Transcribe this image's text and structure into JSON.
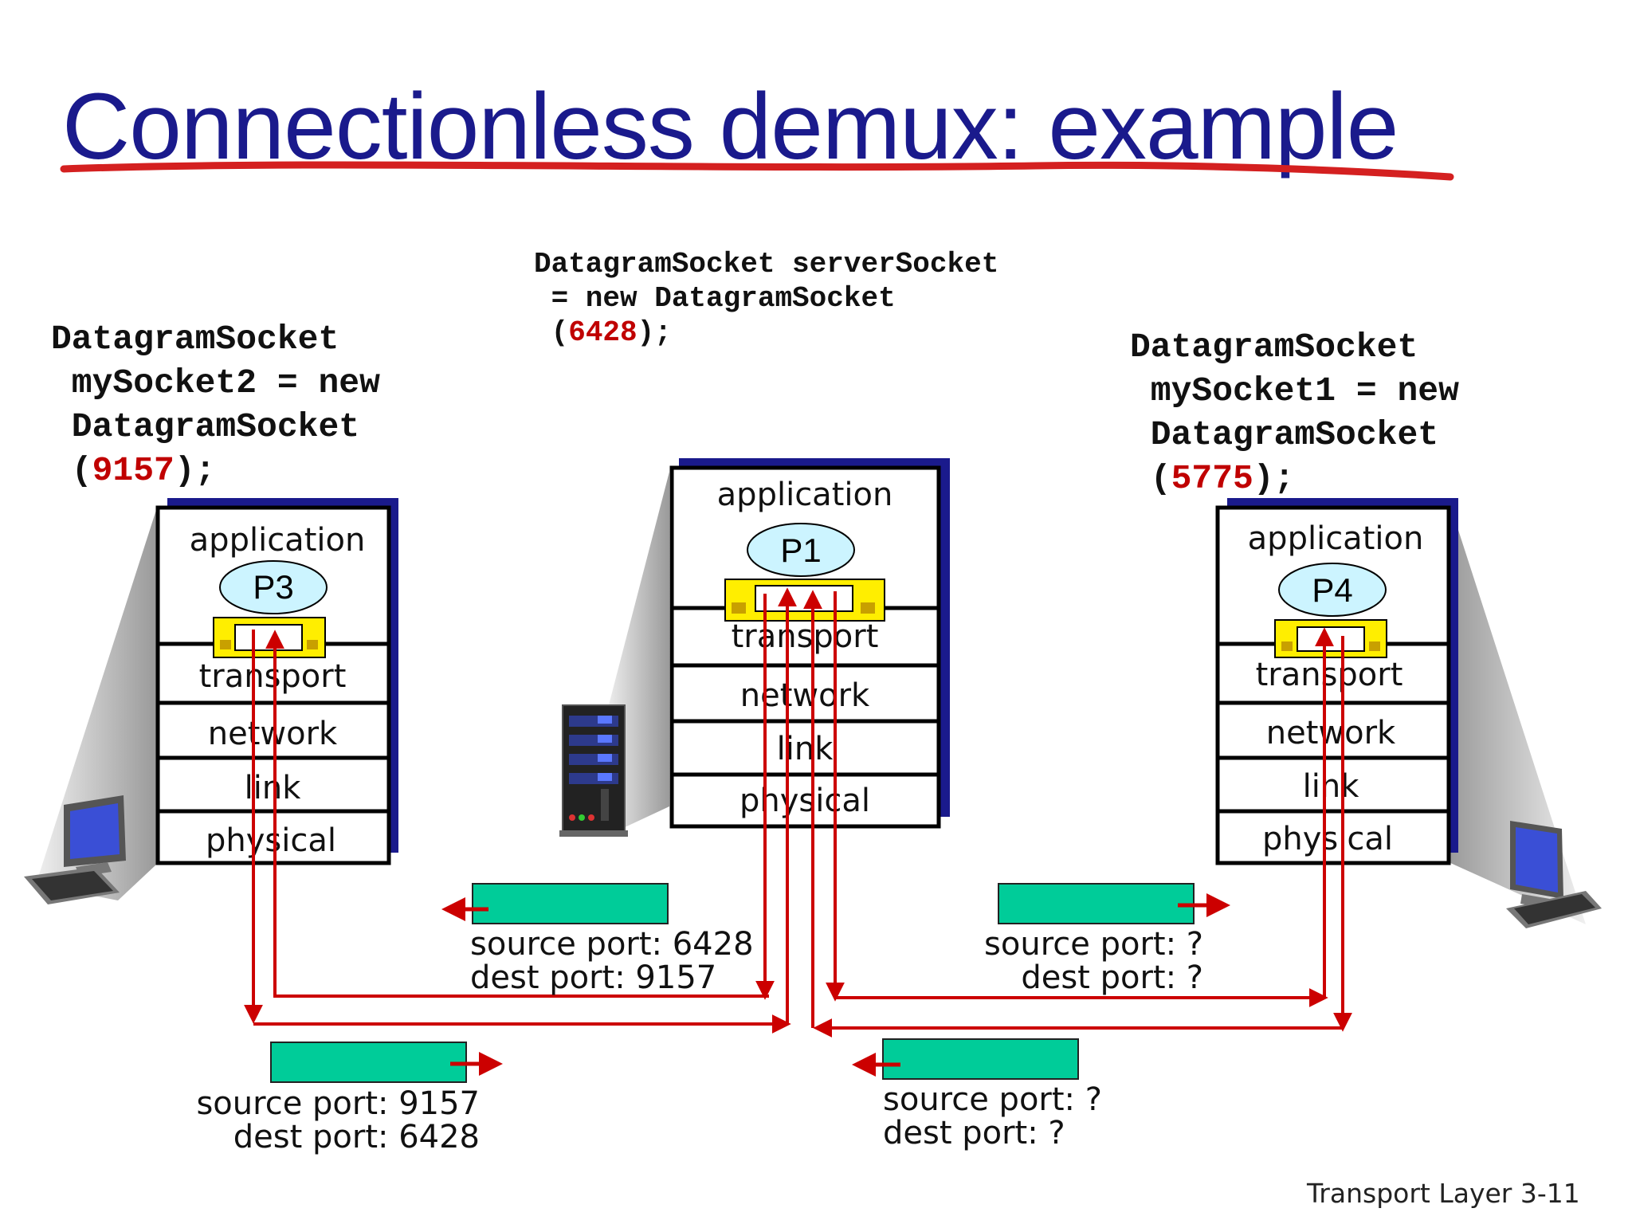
{
  "title": "Connectionless demux: example",
  "footer": {
    "section": "Transport Layer",
    "page": "3-11"
  },
  "code": {
    "left": {
      "line1": "DatagramSocket",
      "line2": " mySocket2 = new",
      "line3": " DatagramSocket",
      "open": " (",
      "port": "9157",
      "close": ");"
    },
    "center": {
      "line1": "DatagramSocket serverSocket",
      "line2": " = new DatagramSocket",
      "open": " (",
      "port": "6428",
      "close": ");"
    },
    "right": {
      "line1": "DatagramSocket",
      "line2": " mySocket1 = new",
      "line3": " DatagramSocket",
      "open": " (",
      "port": "5775",
      "close": ");"
    }
  },
  "stacks": {
    "left": {
      "layers": [
        "application",
        "transport",
        "network",
        "link",
        "physical"
      ],
      "process": "P3"
    },
    "center": {
      "layers": [
        "application",
        "transport",
        "network",
        "link",
        "physical"
      ],
      "process": "P1"
    },
    "right": {
      "layers": [
        "application",
        "transport",
        "network",
        "link",
        "physical"
      ],
      "process": "P4"
    }
  },
  "segments": {
    "s1": {
      "source": "source port: 6428",
      "dest": "dest port: 9157"
    },
    "s2": {
      "source": "source port: ?",
      "dest": "dest port: ?"
    },
    "s3": {
      "source": "source port: 9157",
      "dest": "dest port: 6428"
    },
    "s4": {
      "source": "source port: ?",
      "dest": "dest port: ?"
    }
  },
  "colors": {
    "title": "#1a1a8c",
    "port_number": "#c00000",
    "arrow": "#cc0000",
    "segment": "#00cc99",
    "socket": "#ffee00",
    "process": "#ccf4ff",
    "stack_shadow": "#1a1a8c"
  },
  "icons": {
    "left_host": "desktop-computer-icon",
    "center_host": "server-tower-icon",
    "right_host": "desktop-computer-icon"
  }
}
